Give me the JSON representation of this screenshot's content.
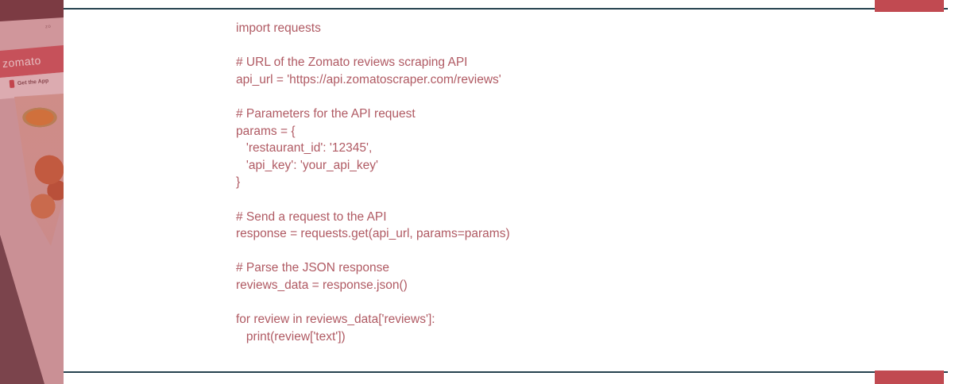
{
  "slide": {
    "background": "#ffffff",
    "rule_color": "#25424f",
    "accent_color": "#c14a51"
  },
  "sidebar_preview": {
    "description": "tilted zomato mobile app screenshot with pink overlay",
    "browser_hint": "zo",
    "brand": "zomato",
    "get_app_label": "Get the App",
    "colors": {
      "base_pink": "#ca9095",
      "top_band": "#7c3b43",
      "search_band": "#d0969b",
      "brand_band": "#c6515a",
      "get_app_band": "#dcabb0",
      "bottom_wedge": "#7b444c",
      "food_orange": "#c25a40"
    }
  },
  "code": {
    "language": "python",
    "text_color": "#b05a63",
    "lines": [
      "import requests",
      "",
      "# URL of the Zomato reviews scraping API",
      "api_url = 'https://api.zomatoscraper.com/reviews'",
      "",
      "# Parameters for the API request",
      "params = {",
      "   'restaurant_id': '12345',",
      "   'api_key': 'your_api_key'",
      "}",
      "",
      "# Send a request to the API",
      "response = requests.get(api_url, params=params)",
      "",
      "# Parse the JSON response",
      "reviews_data = response.json()",
      "",
      "for review in reviews_data['reviews']:",
      "   print(review['text'])"
    ]
  }
}
